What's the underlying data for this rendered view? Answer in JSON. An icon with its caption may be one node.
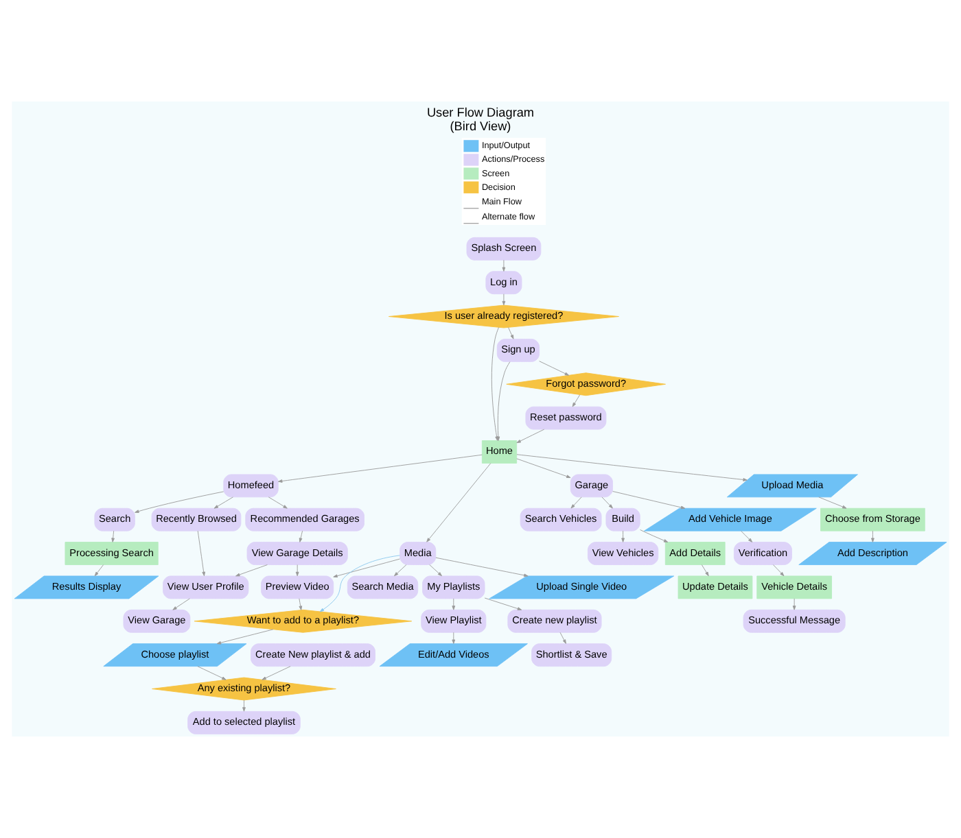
{
  "diagram": {
    "title": "User Flow Diagram",
    "caption": "(Bird View)",
    "nodes": [
      {
        "text": [
          "Splash Screen"
        ]
      },
      {
        "text": [
          "Log in"
        ]
      },
      {
        "text": [
          "Is user already registered?"
        ]
      },
      {
        "text": [
          "Home"
        ]
      },
      {
        "text": [
          "Sign up"
        ]
      },
      {
        "text": [
          "Forgot password?"
        ]
      },
      {
        "text": [
          "Reset password"
        ]
      },
      {
        "text": [
          "Homefeed"
        ]
      },
      {
        "text": [
          "Search"
        ]
      },
      {
        "text": [
          "Processing Search"
        ]
      },
      {
        "text": [
          "Results Display"
        ]
      },
      {
        "text": [
          "Recently Browsed"
        ]
      },
      {
        "text": [
          "View User Profile"
        ]
      },
      {
        "text": [
          "View Garage"
        ]
      },
      {
        "text": [
          "Recommended Garages"
        ]
      },
      {
        "text": [
          "View Garage Details"
        ]
      },
      {
        "text": [
          "Garage"
        ]
      },
      {
        "text": [
          "Search Vehicles"
        ]
      },
      {
        "text": [
          "Build"
        ]
      },
      {
        "text": [
          "View Vehicles"
        ]
      },
      {
        "text": [
          "Add Details"
        ]
      },
      {
        "text": [
          "Update Details"
        ]
      },
      {
        "text": [
          "Add Vehicle Image"
        ]
      },
      {
        "text": [
          "Verification"
        ]
      },
      {
        "text": [
          "Vehicle Details"
        ]
      },
      {
        "text": [
          "Successful Message"
        ]
      },
      {
        "text": [
          "Media"
        ]
      },
      {
        "text": [
          "Search Media"
        ]
      },
      {
        "text": [
          "Preview Video"
        ]
      },
      {
        "text": [
          "Want to add to a playlist?"
        ]
      },
      {
        "text": [
          "Choose playlist"
        ]
      },
      {
        "text": [
          "Any existing playlist?"
        ]
      },
      {
        "text": [
          "Add to selected playlist"
        ]
      },
      {
        "text": [
          "Create New playlist & add"
        ]
      },
      {
        "text": [
          "My Playlists"
        ]
      },
      {
        "text": [
          "View Playlist"
        ]
      },
      {
        "text": [
          "Edit/Add Videos"
        ]
      },
      {
        "text": [
          "Create new playlist"
        ]
      },
      {
        "text": [
          "Shortlist & Save"
        ]
      },
      {
        "text": [
          "Upload Single Video"
        ]
      },
      {
        "text": [
          "Upload Media"
        ]
      },
      {
        "text": [
          "Choose from Storage"
        ]
      },
      {
        "text": [
          "Add Description"
        ]
      }
    ],
    "edges": [
      {
        "from": 0,
        "to": 1,
        "arrow": "to"
      },
      {
        "from": 1,
        "to": 2,
        "arrow": "to"
      },
      {
        "from": 2,
        "to": 3,
        "arrow": "to"
      },
      {
        "from": 2,
        "to": 4,
        "arrow": "to"
      },
      {
        "from": 4,
        "to": 3,
        "arrow": "to"
      },
      {
        "from": 4,
        "to": 5,
        "arrow": "to"
      },
      {
        "from": 5,
        "to": 6,
        "arrow": "to"
      },
      {
        "from": 6,
        "to": 3,
        "arrow": "to"
      },
      {
        "from": 3,
        "to": 7,
        "arrow": "to"
      },
      {
        "from": 3,
        "to": 16,
        "arrow": "to"
      },
      {
        "from": 3,
        "to": 26,
        "arrow": "to"
      },
      {
        "from": 3,
        "to": 40,
        "arrow": "to"
      },
      {
        "from": 7,
        "to": 8,
        "arrow": "to"
      },
      {
        "from": 8,
        "to": 9,
        "arrow": "to"
      },
      {
        "from": 9,
        "to": 10,
        "arrow": "to"
      },
      {
        "from": 7,
        "to": 11,
        "arrow": "to"
      },
      {
        "from": 11,
        "to": 12,
        "arrow": "to"
      },
      {
        "from": 12,
        "to": 13,
        "arrow": "to"
      },
      {
        "from": 7,
        "to": 14,
        "arrow": "to"
      },
      {
        "from": 14,
        "to": 15,
        "arrow": "to"
      },
      {
        "from": 15,
        "to": 12,
        "arrow": "to"
      },
      {
        "from": 15,
        "to": 28,
        "arrow": "to"
      },
      {
        "from": 16,
        "to": 17,
        "arrow": "to"
      },
      {
        "from": 16,
        "to": 18,
        "arrow": "to"
      },
      {
        "from": 18,
        "to": 19,
        "arrow": "to"
      },
      {
        "from": 18,
        "to": 20,
        "arrow": "to"
      },
      {
        "from": 20,
        "to": 21,
        "arrow": "to"
      },
      {
        "from": 16,
        "to": 22,
        "arrow": "to"
      },
      {
        "from": 22,
        "to": 23,
        "arrow": "to"
      },
      {
        "from": 23,
        "to": 24,
        "arrow": "to"
      },
      {
        "from": 24,
        "to": 25,
        "arrow": "to"
      },
      {
        "from": 26,
        "to": 27,
        "arrow": "to"
      },
      {
        "from": 26,
        "to": 28,
        "arrow": "to"
      },
      {
        "from": 28,
        "to": 29,
        "arrow": "to"
      },
      {
        "from": 29,
        "to": 30,
        "arrow": "to"
      },
      {
        "from": 30,
        "to": 31,
        "arrow": "to"
      },
      {
        "from": 31,
        "to": 32,
        "arrow": "to"
      },
      {
        "from": 33,
        "to": 31,
        "arrow": "to"
      },
      {
        "from": 26,
        "to": 29,
        "arrow": "to",
        "color": "#8cc8ee"
      },
      {
        "from": 26,
        "to": 34,
        "arrow": "to"
      },
      {
        "from": 34,
        "to": 35,
        "arrow": "to"
      },
      {
        "from": 35,
        "to": 36,
        "arrow": "to"
      },
      {
        "from": 34,
        "to": 37,
        "arrow": "to"
      },
      {
        "from": 37,
        "to": 38,
        "arrow": "to"
      },
      {
        "from": 26,
        "to": 39,
        "arrow": "to"
      },
      {
        "from": 40,
        "to": 41,
        "arrow": "to"
      },
      {
        "from": 41,
        "to": 42,
        "arrow": "to"
      }
    ],
    "legend": [
      {
        "text": "Input/Output",
        "color": "#6ec1f5"
      },
      {
        "text": "Actions/Process",
        "color": "#ddd3f8"
      },
      {
        "text": "Screen",
        "color": "#b6ecbf"
      },
      {
        "text": "Decision",
        "color": "#f6c343"
      },
      {
        "text": "Main Flow"
      },
      {
        "text": "Alternate flow"
      }
    ]
  }
}
